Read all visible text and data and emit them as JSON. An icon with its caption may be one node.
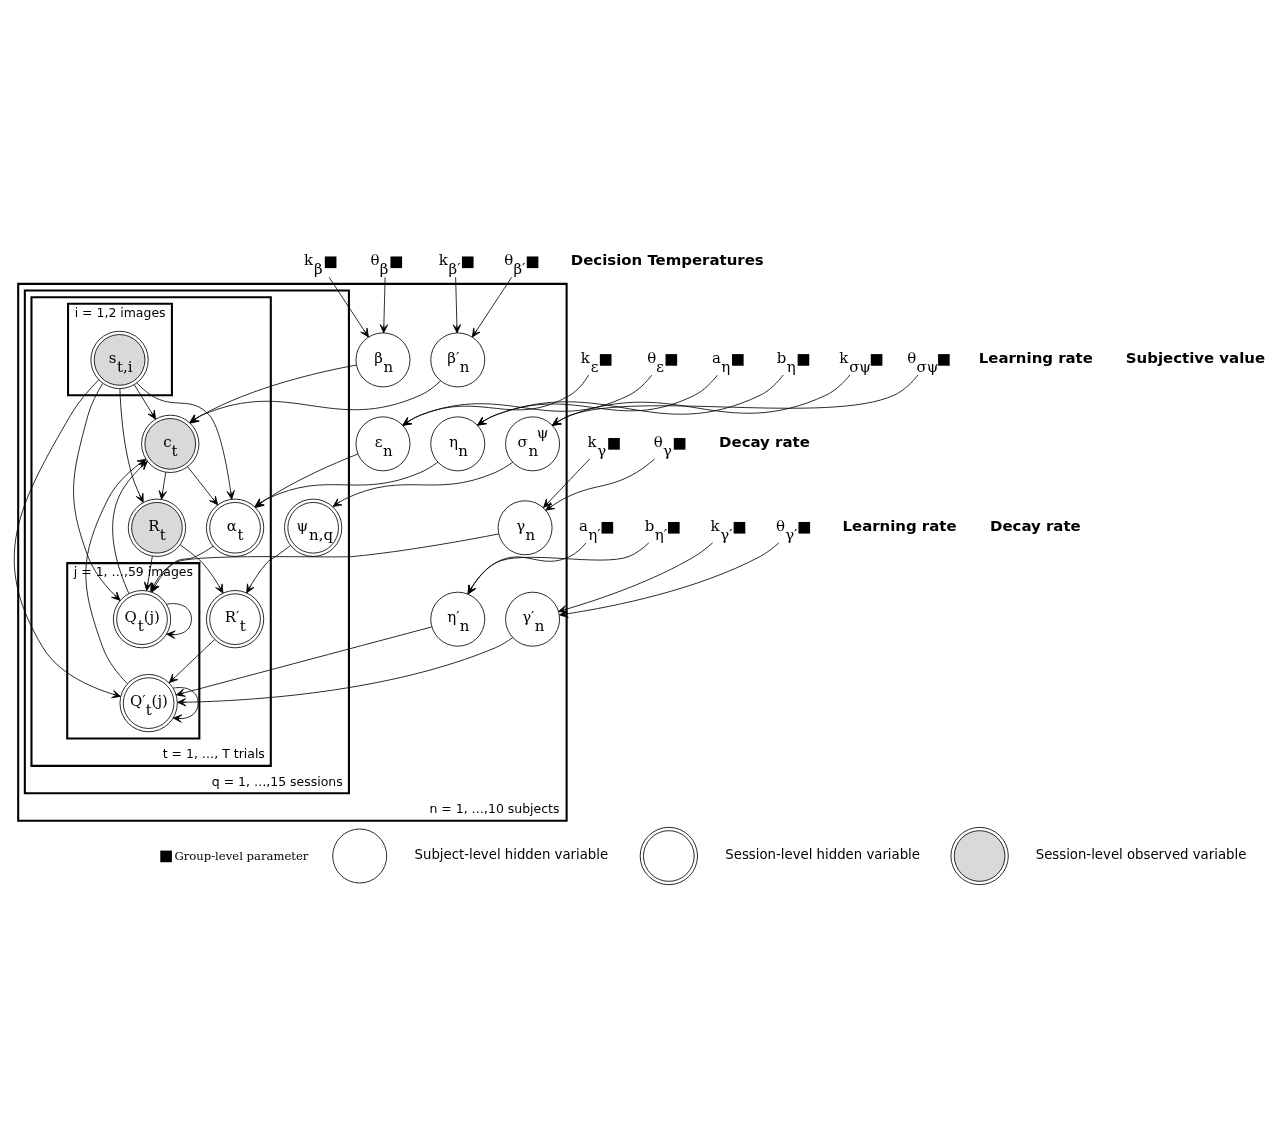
{
  "diagram": {
    "nodes": [
      {
        "text": [],
        "shape": "box",
        "beside": [
          "k$_{β}$"
        ]
      },
      {
        "text": [],
        "shape": "box",
        "beside": [
          "θ$_{β}$"
        ]
      },
      {
        "text": [],
        "shape": "box",
        "beside": [
          "k$_{β′}$"
        ]
      },
      {
        "text": [],
        "shape": "box",
        "beside": [
          "θ$_{β′}$"
        ]
      },
      {
        "text": [
          "n = 1, …,10 subjects"
        ]
      },
      {
        "text": [
          "β$_{n}$"
        ],
        "in": 4
      },
      {
        "text": [
          "β′$_{n}$"
        ],
        "in": 4
      },
      {
        "text": [],
        "shape": "box",
        "beside": [
          "k$_{ε}$"
        ]
      },
      {
        "text": [],
        "shape": "box",
        "beside": [
          "θ$_{ε}$"
        ]
      },
      {
        "text": [
          "ε$_{n}$"
        ],
        "in": 4
      },
      {
        "text": [
          "q = 1, …,15 sessions"
        ],
        "in": 4
      },
      {
        "text": [
          "t = 1, …, T trials"
        ],
        "in": 10
      },
      {
        "text": [
          "j = 1, …,59 images"
        ],
        "in": 11
      },
      {
        "text": [
          "α$_{t}$"
        ],
        "in": 11
      },
      {
        "text": [
          "η$_{n}$"
        ],
        "in": 4
      },
      {
        "text": [],
        "shape": "box",
        "beside": [
          "a$_{η}$"
        ]
      },
      {
        "text": [],
        "shape": "box",
        "beside": [
          "b$_{η}$"
        ]
      },
      {
        "text": [
          "i = 1,2 images"
        ],
        "in": 11
      },
      {
        "text": [
          "s$_{t,i}$"
        ],
        "in": 17
      },
      {
        "text": [
          "c$_{t}$"
        ],
        "in": 11
      },
      {
        "text": [
          "Q$_{t}$(j)"
        ],
        "in": 12
      },
      {
        "text": [
          "γ$_{n}$"
        ],
        "in": 4
      },
      {
        "text": [],
        "shape": "box",
        "beside": [
          "k$_{γ}$"
        ]
      },
      {
        "text": [],
        "shape": "box",
        "beside": [
          "θ$_{γ}$"
        ]
      },
      {
        "text": [
          "R$_{t}$"
        ],
        "in": 11
      },
      {
        "text": [
          "η′$_{n}$"
        ],
        "in": 4
      },
      {
        "text": [],
        "shape": "box",
        "beside": [
          "a$_{η′}$"
        ]
      },
      {
        "text": [],
        "shape": "box",
        "beside": [
          "b$_{η′}$"
        ]
      },
      {
        "text": [
          "Q′$_{t}$(j)"
        ],
        "in": 12
      },
      {
        "text": [
          "γ′$_{n}$"
        ],
        "in": 4
      },
      {
        "text": [],
        "shape": "box",
        "beside": [
          "k$_{γ′}$"
        ]
      },
      {
        "text": [],
        "shape": "box",
        "beside": [
          "θ$_{γ′}$"
        ]
      },
      {
        "text": [
          "R′$_{t}$"
        ],
        "in": 11
      },
      {
        "text": [
          "ψ$_{n,q}$"
        ],
        "in": 10
      },
      {
        "text": [
          "σ$_{n}$$^{ψ}$"
        ],
        "in": 4
      },
      {
        "text": [],
        "shape": "box",
        "beside": [
          "k$_{σψ}$"
        ]
      },
      {
        "text": [],
        "shape": "box",
        "beside": [
          "θ$_{σψ}$"
        ]
      },
      {
        "text": [],
        "shape": "box",
        "beside": [
          "Group-level parameter"
        ]
      },
      {
        "text": [],
        "shape": "circle",
        "beside": [
          "Subject-level hidden variable"
        ]
      },
      {
        "text": [],
        "shape": "circle",
        "beside": [
          "Session-level hidden variable"
        ]
      },
      {
        "text": [],
        "shape": "circle",
        "beside": [
          "Session-level observed variable"
        ]
      }
    ],
    "edges": [
      {
        "from": 0,
        "to": 5,
        "arrow": "to"
      },
      {
        "from": 1,
        "to": 5,
        "arrow": "to"
      },
      {
        "from": 2,
        "to": 6,
        "arrow": "to"
      },
      {
        "from": 3,
        "to": 6,
        "arrow": "to"
      },
      {
        "from": 7,
        "to": 9,
        "arrow": "to"
      },
      {
        "from": 8,
        "to": 9,
        "arrow": "to"
      },
      {
        "from": 15,
        "to": 14,
        "arrow": "to"
      },
      {
        "from": 16,
        "to": 14,
        "arrow": "to"
      },
      {
        "from": 22,
        "to": 21,
        "arrow": "to"
      },
      {
        "from": 23,
        "to": 21,
        "arrow": "to"
      },
      {
        "from": 26,
        "to": 25,
        "arrow": "to"
      },
      {
        "from": 27,
        "to": 25,
        "arrow": "to"
      },
      {
        "from": 30,
        "to": 29,
        "arrow": "to"
      },
      {
        "from": 31,
        "to": 29,
        "arrow": "to"
      },
      {
        "from": 35,
        "to": 34,
        "arrow": "to"
      },
      {
        "from": 36,
        "to": 34,
        "arrow": "to"
      },
      {
        "from": 5,
        "to": 19,
        "arrow": "to"
      },
      {
        "from": 6,
        "to": 19,
        "arrow": "to"
      },
      {
        "from": 18,
        "to": 13,
        "arrow": "to"
      },
      {
        "from": 19,
        "to": 13,
        "arrow": "to"
      },
      {
        "from": 9,
        "to": 13,
        "arrow": "to"
      },
      {
        "from": 14,
        "to": 13,
        "arrow": "to"
      },
      {
        "from": 18,
        "to": 20,
        "arrow": "to"
      },
      {
        "from": 20,
        "to": 20,
        "arrow": "to"
      },
      {
        "from": 13,
        "to": 20,
        "arrow": "to"
      },
      {
        "from": 18,
        "to": 19,
        "arrow": "to"
      },
      {
        "from": 20,
        "to": 19,
        "arrow": "to"
      },
      {
        "from": 21,
        "to": 20,
        "arrow": "to"
      },
      {
        "from": 18,
        "to": 24,
        "arrow": "to"
      },
      {
        "from": 19,
        "to": 24,
        "arrow": "to"
      },
      {
        "from": 24,
        "to": 20,
        "arrow": "to"
      },
      {
        "from": 28,
        "to": 19,
        "arrow": "to"
      },
      {
        "from": 28,
        "to": 28,
        "arrow": "to"
      },
      {
        "from": 25,
        "to": 28,
        "arrow": "to"
      },
      {
        "from": 18,
        "to": 28,
        "arrow": "to"
      },
      {
        "from": 29,
        "to": 28,
        "arrow": "to"
      },
      {
        "from": 24,
        "to": 32,
        "arrow": "to"
      },
      {
        "from": 32,
        "to": 28,
        "arrow": "to"
      },
      {
        "from": 33,
        "to": 32,
        "arrow": "to"
      },
      {
        "from": 34,
        "to": 33,
        "arrow": "to"
      }
    ],
    "labels": [
      "Decision Temperatures",
      "Learning rate",
      "Decay rate",
      "Learning rate",
      "Decay rate",
      "Subjective value"
    ]
  }
}
